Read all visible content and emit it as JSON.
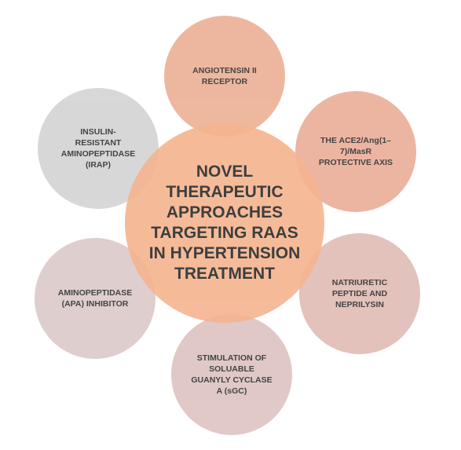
{
  "center": {
    "label": "NOVEL\nTHERAPEUTIC\nAPPROACHES\nTARGETING RAAS\nIN HYPERTENSION\nTREATMENT"
  },
  "nodes": [
    {
      "label": "ANGIOTENSIN II\nRECEPTOR",
      "color": "#eaa88a"
    },
    {
      "label": "THE ACE2/Ang(1–\n7)/MasR\nPROTECTIVE AXIS",
      "color": "#e8a58e"
    },
    {
      "label": "NATRIURETIC\nPEPTIDE AND\nNEPRILYSIN",
      "color": "#dcb5ad"
    },
    {
      "label": "STIMULATION OF\nSOLUABLE\nGUANYLY CYCLASE\nA (sGC)",
      "color": "#d9bdb9"
    },
    {
      "label": "AMINOPEPTIDASE\n(APA) INHIBITOR",
      "color": "#d7c4c3"
    },
    {
      "label": "INSULIN-\nRESISTANT\nAMINOPEPTIDASE\n(IRAP)",
      "color": "#cfcfcf"
    }
  ]
}
